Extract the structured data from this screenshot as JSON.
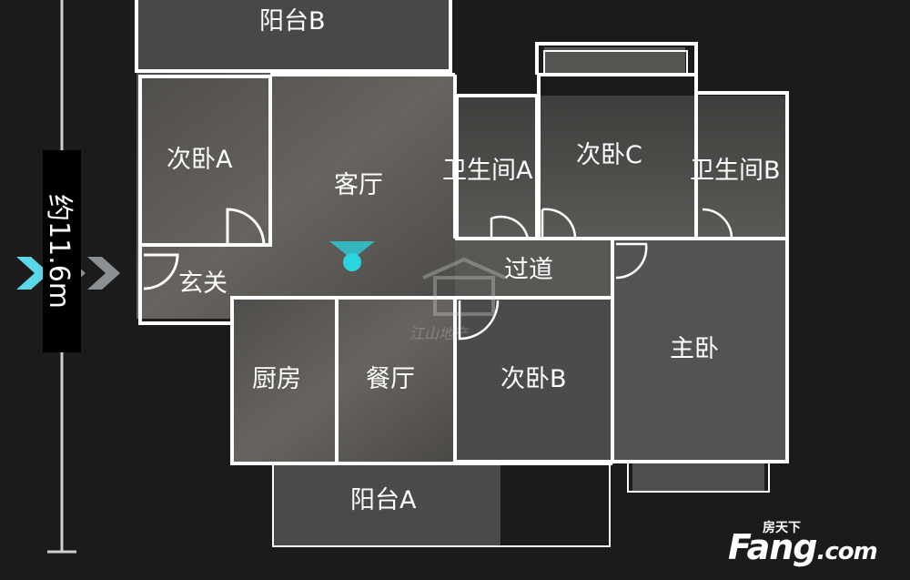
{
  "rooms": {
    "balcony_b": "阳台B",
    "bedroom_a": "次卧A",
    "living_room": "客厅",
    "bathroom_a": "卫生间A",
    "bedroom_c": "次卧C",
    "bathroom_b": "卫生间B",
    "entrance": "玄关",
    "corridor": "过道",
    "kitchen": "厨房",
    "dining_room": "餐厅",
    "bedroom_b": "次卧B",
    "master_bedroom": "主卧",
    "balcony_a": "阳台A"
  },
  "scale": {
    "label": "约11.6m"
  },
  "watermark": {
    "brand_cn": "房天下",
    "brand_en": "Fang",
    "brand_suffix": ".com",
    "faint_text": "江山地产"
  },
  "colors": {
    "background": "#1b1b1b",
    "floor": "#5a5855",
    "wall": "#ffffff",
    "marker": "#2ad4e0",
    "arrow_active": "#5ad7e6",
    "arrow_inactive": "#8a8f93"
  }
}
